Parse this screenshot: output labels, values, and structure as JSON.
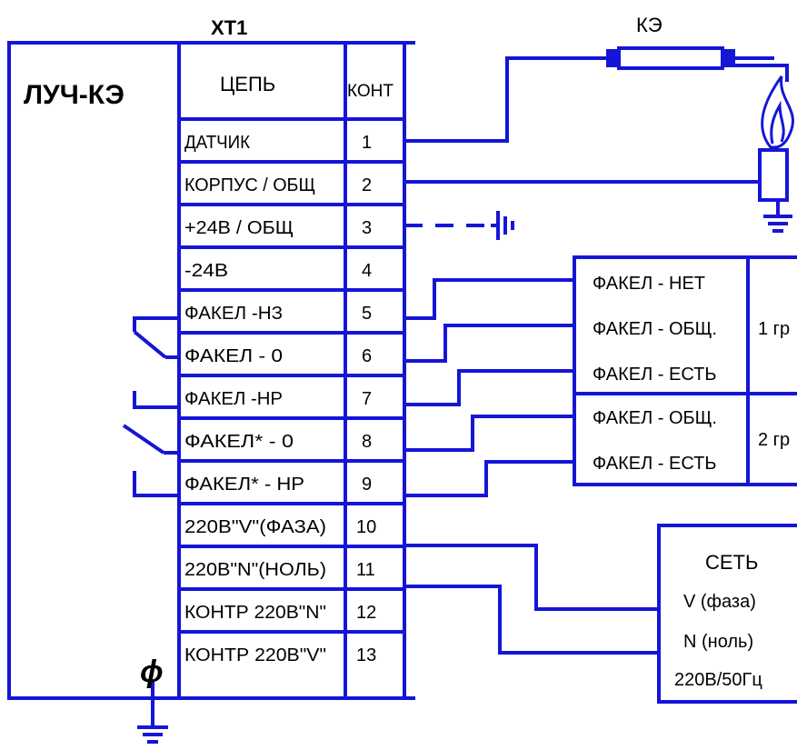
{
  "device": {
    "name": "ЛУЧ-КЭ"
  },
  "terminal_block": {
    "name": "XT1",
    "header_circuit": "ЦЕПЬ",
    "header_contact": "КОНТ",
    "rows": [
      {
        "circuit": "ДАТЧИК",
        "contact": "1"
      },
      {
        "circuit": "КОРПУС / ОБЩ",
        "contact": "2"
      },
      {
        "circuit": "+24В / ОБЩ",
        "contact": "3"
      },
      {
        "circuit": "-24В",
        "contact": "4"
      },
      {
        "circuit": "ФАКЕЛ -НЗ",
        "contact": "5"
      },
      {
        "circuit": "ФАКЕЛ - 0",
        "contact": "6"
      },
      {
        "circuit": "ФАКЕЛ -НР",
        "contact": "7"
      },
      {
        "circuit": "ФАКЕЛ* - 0",
        "contact": "8"
      },
      {
        "circuit": "ФАКЕЛ* - НР",
        "contact": "9"
      },
      {
        "circuit": "220В\"V\"(ФАЗА)",
        "contact": "10"
      },
      {
        "circuit": "220В\"N\"(НОЛЬ)",
        "contact": "11"
      },
      {
        "circuit": "КОНТР 220В\"N\"",
        "contact": "12"
      },
      {
        "circuit": "КОНТР 220В\"V\"",
        "contact": "13"
      }
    ]
  },
  "sensor": {
    "label": "КЭ"
  },
  "flame_block": {
    "group1_items": [
      "ФАКЕЛ - НЕТ",
      "ФАКЕЛ - ОБЩ.",
      "ФАКЕЛ - ЕСТЬ"
    ],
    "group1_label": "1 гр",
    "group2_items": [
      "ФАКЕЛ - ОБЩ.",
      "ФАКЕЛ - ЕСТЬ"
    ],
    "group2_label": "2 гр"
  },
  "mains_block": {
    "title": "СЕТЬ",
    "lines": [
      "V (фаза)",
      "N (ноль)",
      "220В/50Гц"
    ]
  },
  "ground_symbol": "ϕ",
  "colors": {
    "line": "#1515d8",
    "text": "#000000"
  }
}
